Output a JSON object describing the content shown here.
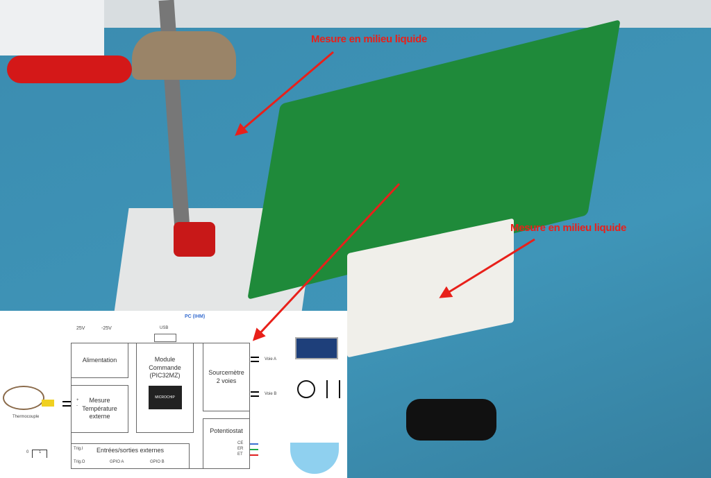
{
  "annotations": {
    "top": "Mesure en milieu liquide",
    "right": "Mesure en milieu liquide"
  },
  "diagram": {
    "pc": "PC (IHM)",
    "usb": "USB",
    "v_pos": "25V",
    "v_neg": "-25V",
    "alimentation": "Alimentation",
    "mesure": "Mesure Température externe",
    "module": "Module Commande (PIC32MZ)",
    "chip": "MICROCHIP",
    "sourcemetre": "Sourcemètre 2 voies",
    "voie_a": "Voie A",
    "voie_b": "Voie B",
    "potentiostat": "Potentiostat",
    "ce": "CE",
    "er": "ER",
    "et": "ET",
    "io": "Entrées/sorties externes",
    "trig_i": "Trig.I",
    "trig_o": "Trig.O",
    "gpio_a": "GPIO A",
    "gpio_b": "GPIO B",
    "thermocouple": "Thermocouple",
    "pulse0": "0",
    "pulse1": "1",
    "plus": "+",
    "minus": "-"
  },
  "colors": {
    "table": "#3d8fb3",
    "pcb": "#1f8a3a",
    "arrow": "#e8201a",
    "ce": "#3a6fd0",
    "er": "#1faa4a",
    "et": "#e02020"
  }
}
